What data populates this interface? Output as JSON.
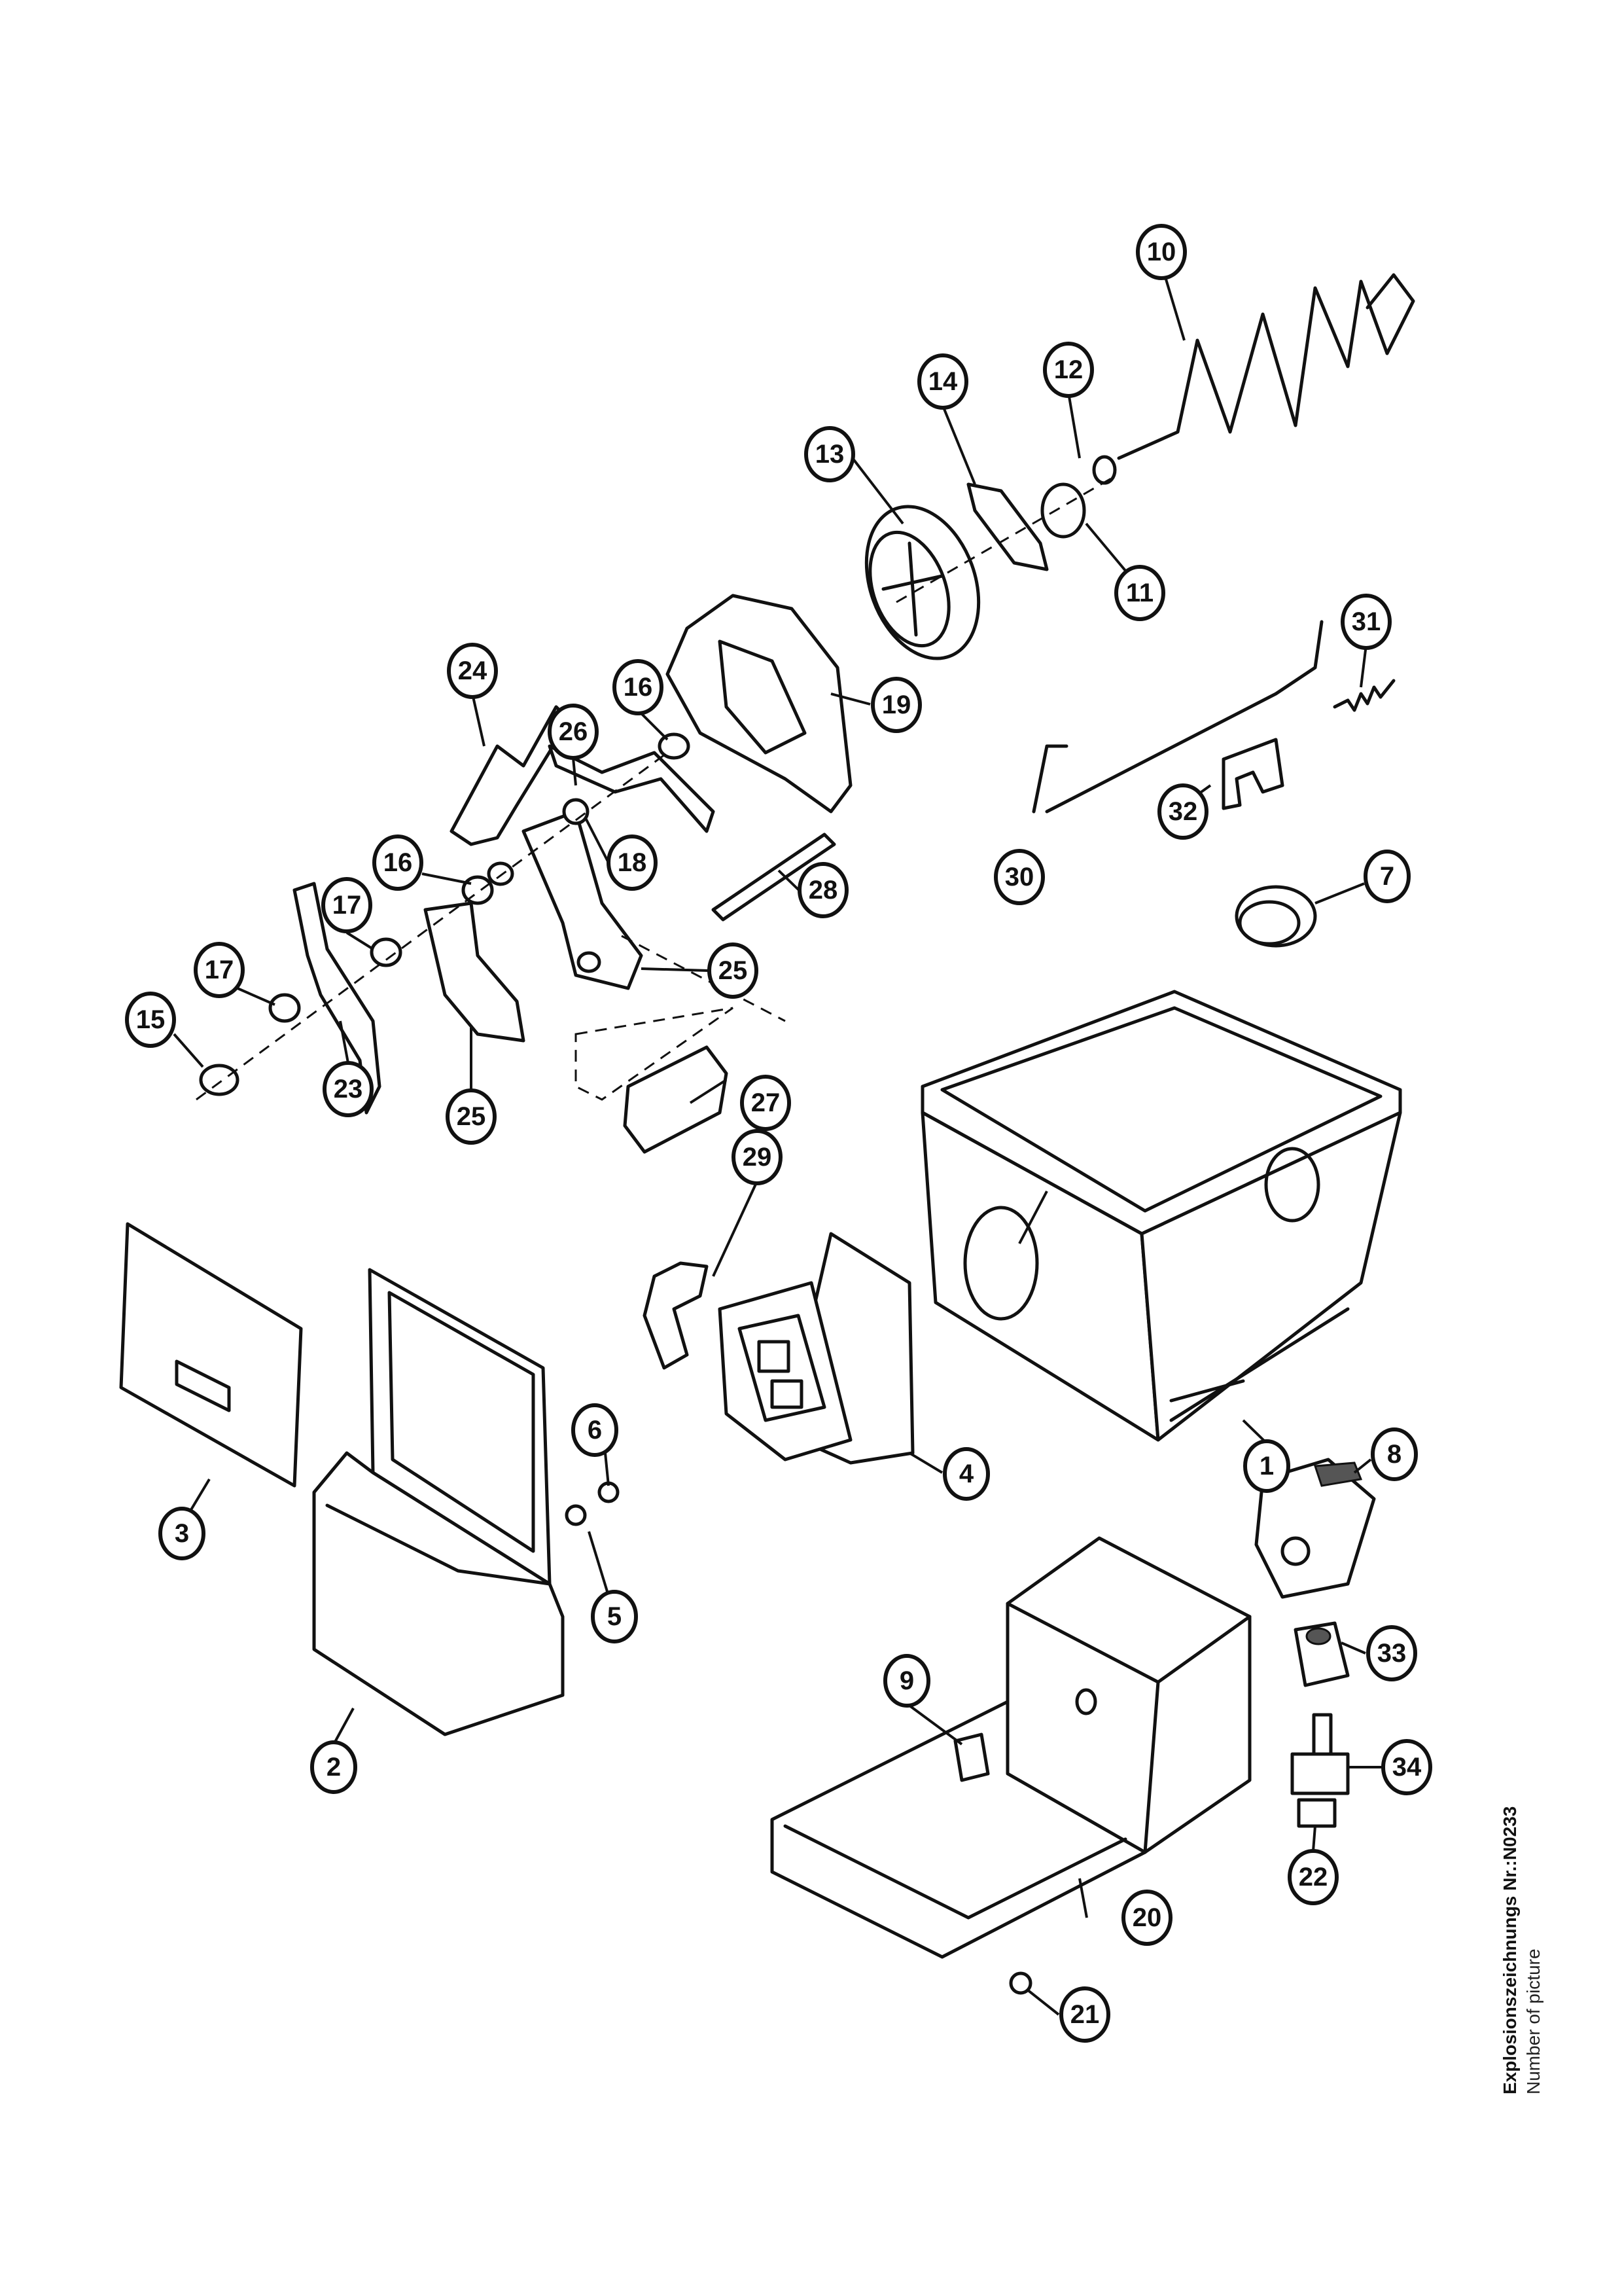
{
  "caption": {
    "line1": "Explosionszeichnungs Nr.:N0233",
    "line2": "Number of picture"
  },
  "callouts": [
    {
      "id": "c1",
      "label": "1"
    },
    {
      "id": "c2",
      "label": "2"
    },
    {
      "id": "c3",
      "label": "3"
    },
    {
      "id": "c4",
      "label": "4"
    },
    {
      "id": "c5",
      "label": "5"
    },
    {
      "id": "c6",
      "label": "6"
    },
    {
      "id": "c7",
      "label": "7"
    },
    {
      "id": "c8",
      "label": "8"
    },
    {
      "id": "c9",
      "label": "9"
    },
    {
      "id": "c10",
      "label": "10"
    },
    {
      "id": "c11",
      "label": "11"
    },
    {
      "id": "c12",
      "label": "12"
    },
    {
      "id": "c13",
      "label": "13"
    },
    {
      "id": "c14",
      "label": "14"
    },
    {
      "id": "c15",
      "label": "15"
    },
    {
      "id": "c16a",
      "label": "16"
    },
    {
      "id": "c16b",
      "label": "16"
    },
    {
      "id": "c17a",
      "label": "17"
    },
    {
      "id": "c17b",
      "label": "17"
    },
    {
      "id": "c18",
      "label": "18"
    },
    {
      "id": "c19",
      "label": "19"
    },
    {
      "id": "c20",
      "label": "20"
    },
    {
      "id": "c21",
      "label": "21"
    },
    {
      "id": "c22",
      "label": "22"
    },
    {
      "id": "c23",
      "label": "23"
    },
    {
      "id": "c24",
      "label": "24"
    },
    {
      "id": "c25a",
      "label": "25"
    },
    {
      "id": "c25b",
      "label": "25"
    },
    {
      "id": "c26",
      "label": "26"
    },
    {
      "id": "c27",
      "label": "27"
    },
    {
      "id": "c28",
      "label": "28"
    },
    {
      "id": "c29",
      "label": "29"
    },
    {
      "id": "c30",
      "label": "30"
    },
    {
      "id": "c31",
      "label": "31"
    },
    {
      "id": "c32",
      "label": "32"
    },
    {
      "id": "c33",
      "label": "33"
    },
    {
      "id": "c34",
      "label": "34"
    }
  ]
}
